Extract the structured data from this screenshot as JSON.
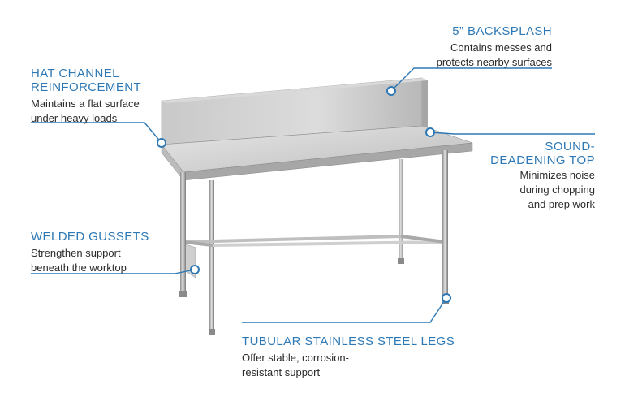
{
  "accent_color": "#2e79b5",
  "callouts": {
    "hat_channel": {
      "title": "HAT CHANNEL\nREINFORCEMENT",
      "desc": "Maintains a flat surface\nunder heavy loads"
    },
    "backsplash": {
      "title": "5” BACKSPLASH",
      "desc": "Contains messes and\nprotects nearby surfaces"
    },
    "sound_deadening": {
      "title": "SOUND-\nDEADENING TOP",
      "desc": "Minimizes noise\nduring chopping\nand prep work"
    },
    "welded_gussets": {
      "title": "WELDED GUSSETS",
      "desc": "Strengthen support\nbeneath the worktop"
    },
    "legs": {
      "title": "TUBULAR STAINLESS STEEL LEGS",
      "desc": "Offer stable, corrosion-\nresistant support"
    }
  }
}
